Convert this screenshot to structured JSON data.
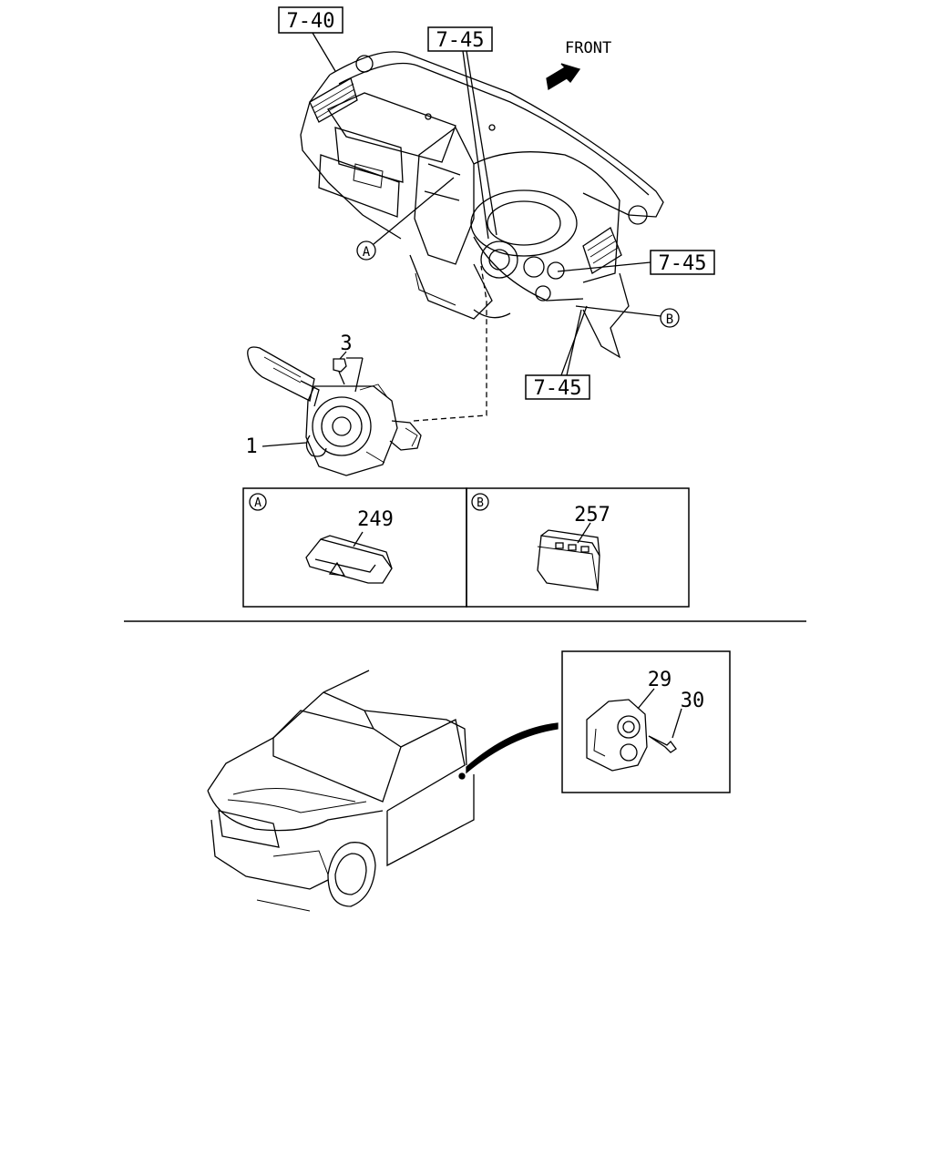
{
  "refs": {
    "ref_7_40": "7-40",
    "ref_7_45_top": "7-45",
    "ref_7_45_right": "7-45",
    "ref_7_45_bottom": "7-45"
  },
  "front_label": "FRONT",
  "callouts": {
    "a": "A",
    "b": "B"
  },
  "parts": {
    "p1": "1",
    "p3": "3",
    "p249": "249",
    "p257": "257",
    "p29": "29",
    "p30": "30"
  },
  "detail_boxes": {
    "a_letter": "A",
    "b_letter": "B"
  }
}
